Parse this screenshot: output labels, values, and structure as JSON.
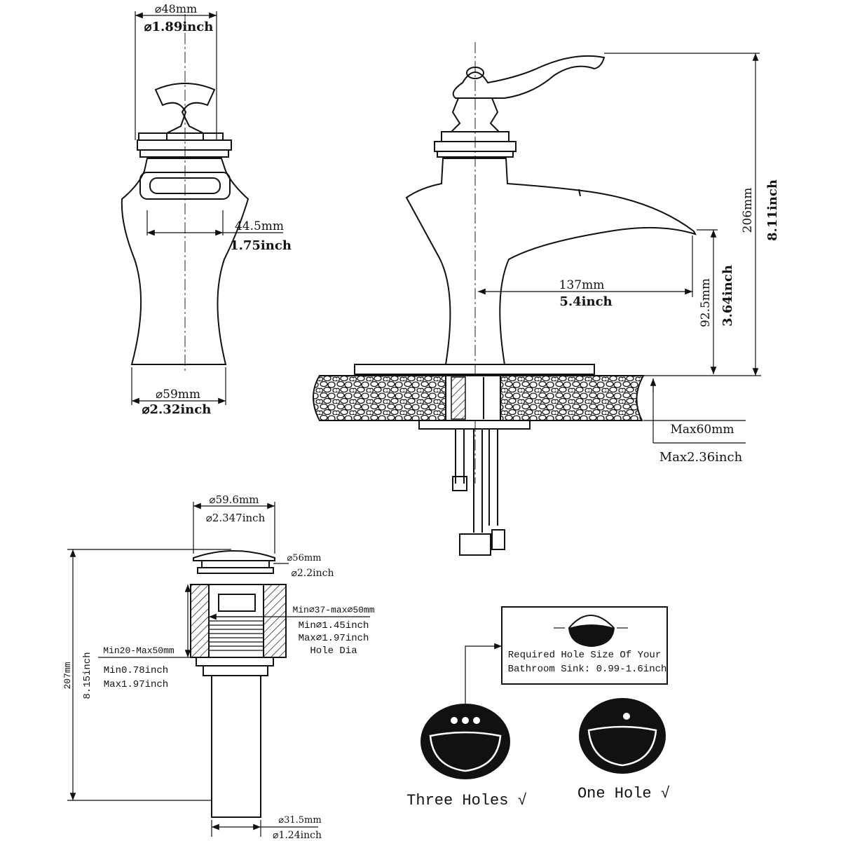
{
  "side_view": {
    "top_dia_mm": "⌀48mm",
    "top_dia_inch": "⌀1.89inch",
    "body_width_mm": "44.5mm",
    "body_width_inch": "1.75inch",
    "base_dia_mm": "⌀59mm",
    "base_dia_inch": "⌀2.32inch"
  },
  "front_view": {
    "reach_mm": "137mm",
    "reach_inch": "5.4inch",
    "spout_height_mm": "92.5mm",
    "spout_height_inch": "3.64inch",
    "total_height_mm": "206mm",
    "total_height_inch": "8.11inch",
    "deck_max_mm": "Max60mm",
    "deck_max_inch": "Max2.36inch"
  },
  "drain": {
    "cap_dia_mm": "⌀59.6mm",
    "cap_dia_inch": "⌀2.347inch",
    "flange_dia_mm": "⌀56mm",
    "flange_dia_inch": "⌀2.2inch",
    "hole_range_mm": "Min⌀37-max⌀50mm",
    "hole_min_inch": "Min⌀1.45inch",
    "hole_max_inch": "Max⌀1.97inch",
    "hole_dia_label": "Hole Dia",
    "thickness_mm": "Min20-Max50mm",
    "thickness_min_inch": "Min0.78inch",
    "thickness_max_inch": "Max1.97inch",
    "total_height_mm": "207mm",
    "total_height_inch": "8.15inch",
    "tail_dia_mm": "⌀31.5mm",
    "tail_dia_inch": "⌀1.24inch"
  },
  "hole_info": {
    "line1": "Required Hole Size Of Your",
    "line2": "Bathroom Sink: 0.99-1.6inch",
    "three_holes_label": "Three Holes √",
    "one_hole_label": "One Hole  √"
  }
}
